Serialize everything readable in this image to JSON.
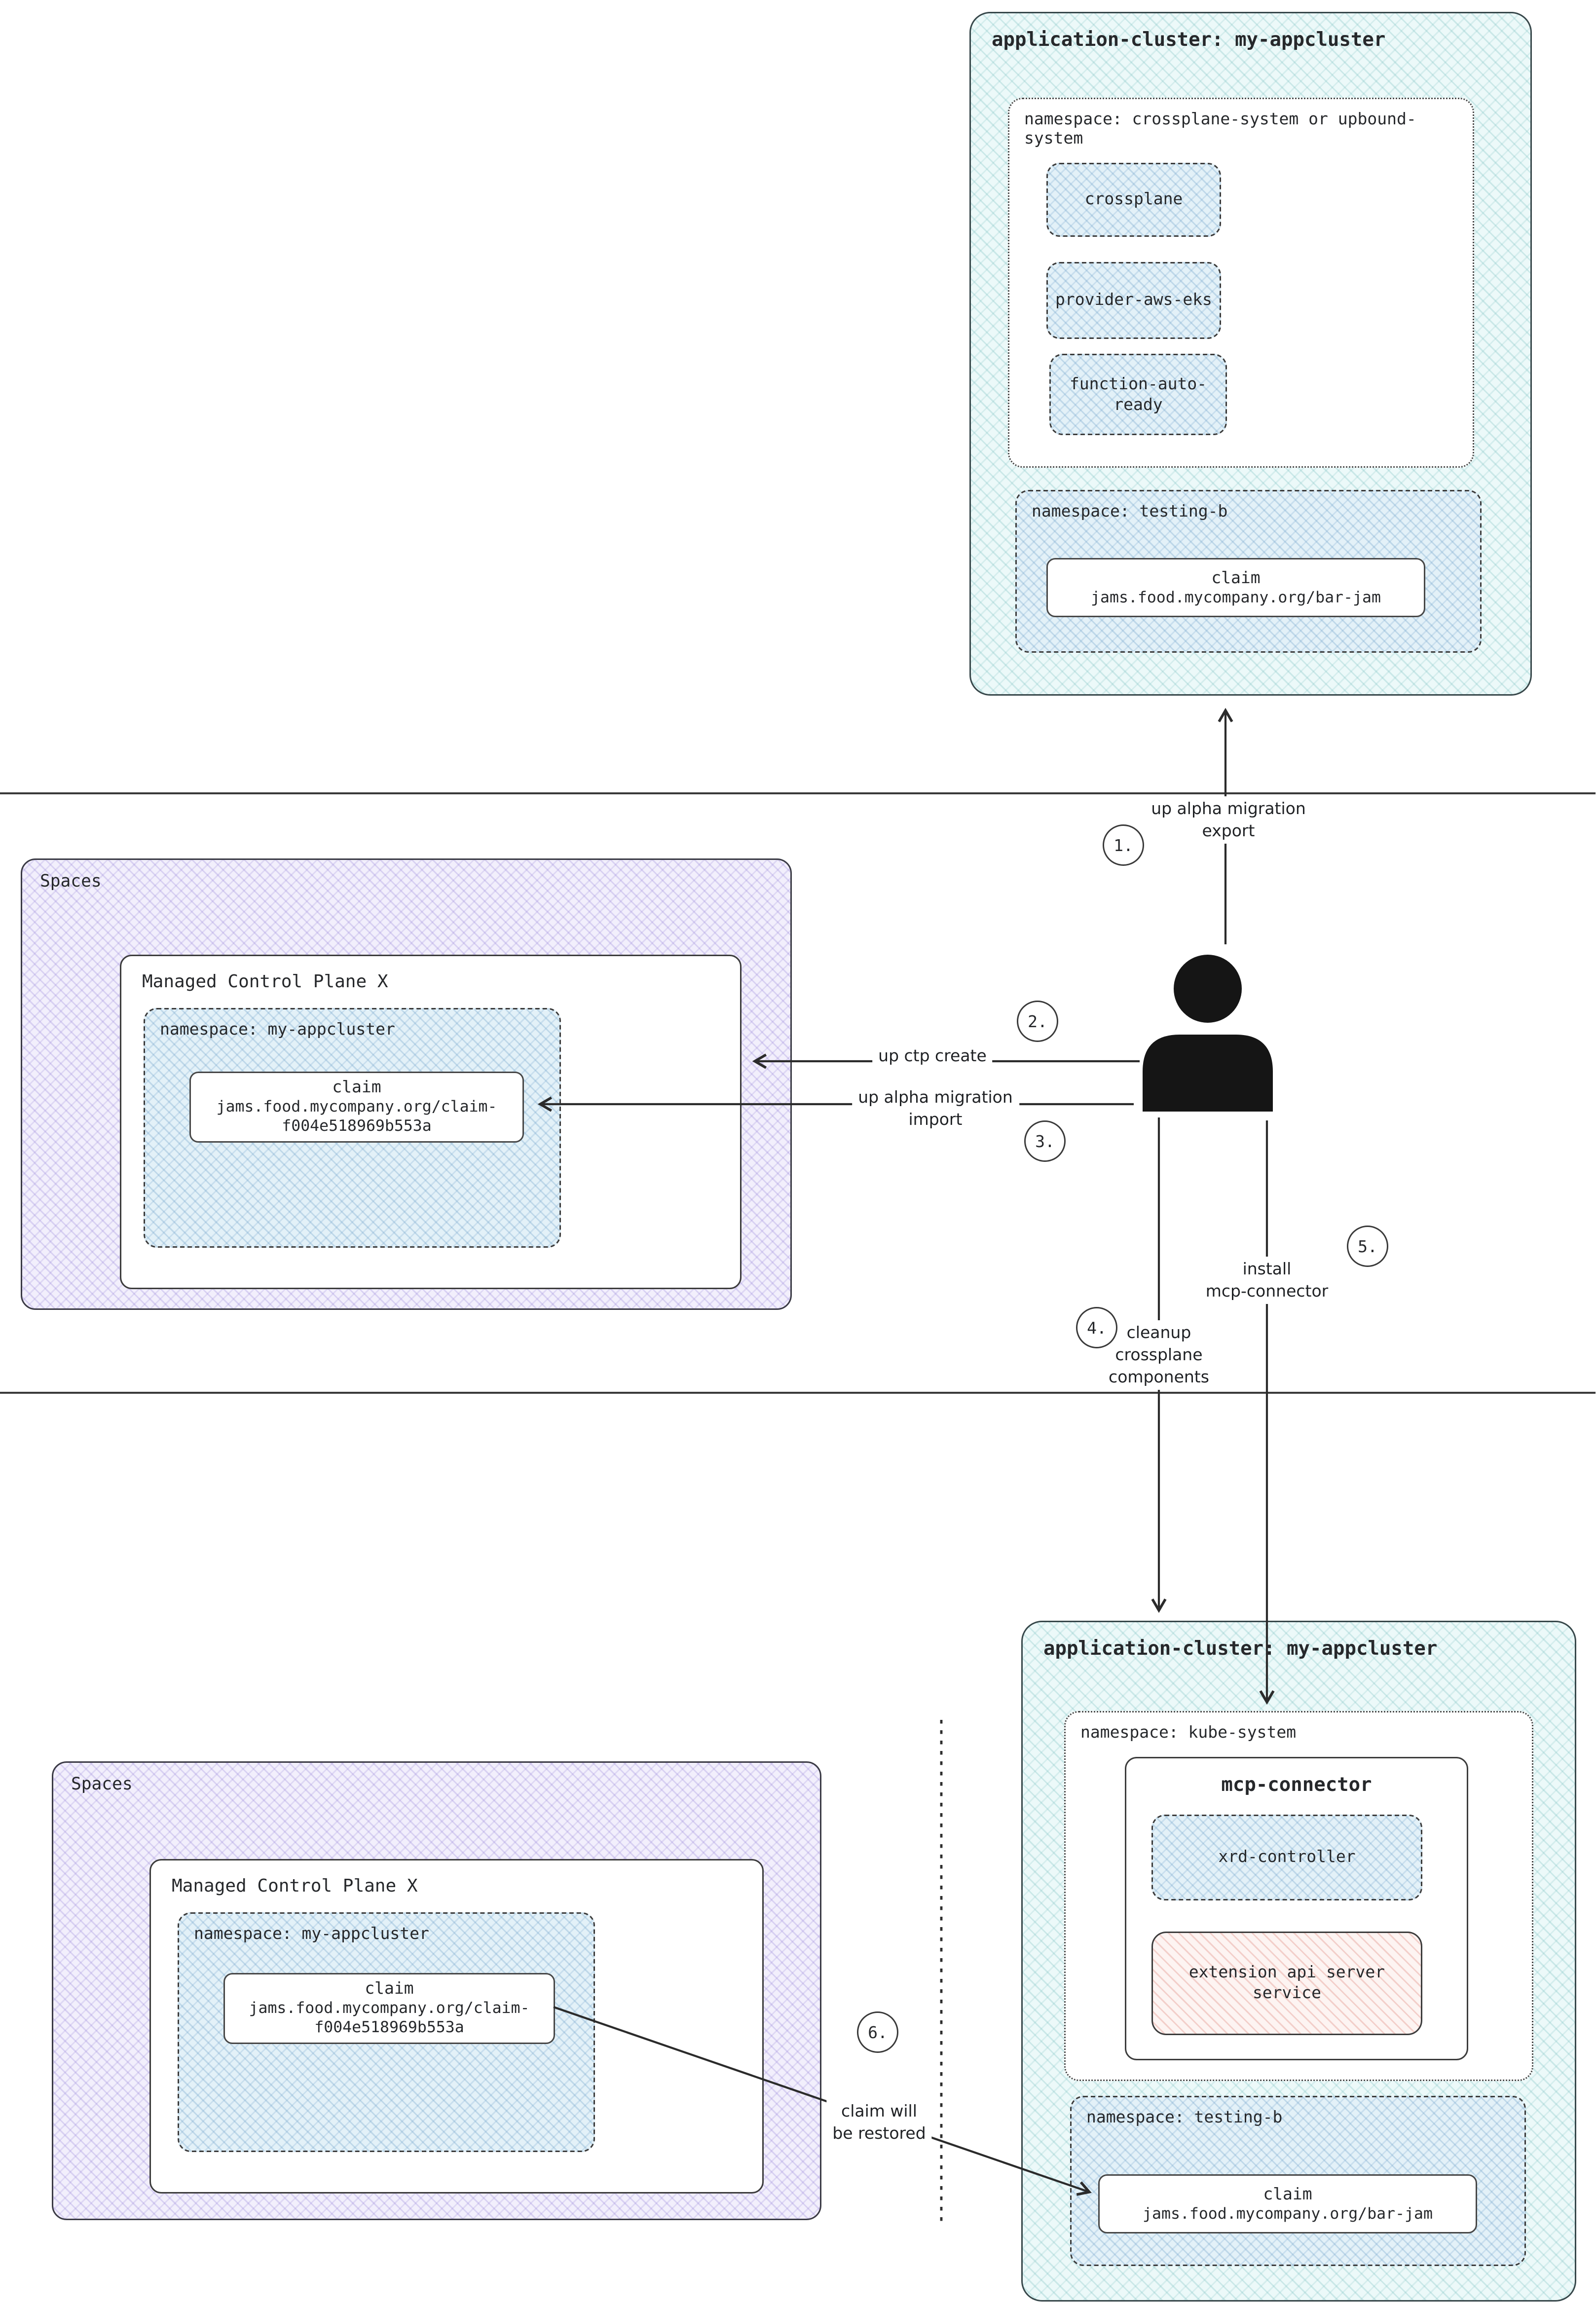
{
  "colors": {
    "teal-bg": "#ecf9f9",
    "purple-bg": "#f2effc",
    "blue-bg": "#e3f1f8",
    "pink-bg": "#fdf4f2",
    "ink": "#26282b"
  },
  "top_cluster": {
    "title": "application-cluster: my-appcluster",
    "ns_system": {
      "label": "namespace: crossplane-system or upbound-system",
      "crossplane": "crossplane",
      "provider": "provider-aws-eks",
      "function": "function-auto-\nready"
    },
    "ns_testing": {
      "label": "namespace: testing-b",
      "claim_title": "claim",
      "claim_name": "jams.food.mycompany.org/bar-jam"
    }
  },
  "spaces_mid": {
    "title": "Spaces",
    "mcp_title": "Managed Control Plane X",
    "ns_label": "namespace: my-appcluster",
    "claim_title": "claim",
    "claim_name": "jams.food.mycompany.org/claim-\nf004e518969b553a"
  },
  "spaces_bottom": {
    "title": "Spaces",
    "mcp_title": "Managed Control Plane X",
    "ns_label": "namespace: my-appcluster",
    "claim_title": "claim",
    "claim_name": "jams.food.mycompany.org/claim-\nf004e518969b553a"
  },
  "bottom_cluster": {
    "title": "application-cluster: my-appcluster",
    "ns_kube": {
      "label": "namespace: kube-system",
      "mcp_connector_title": "mcp-connector",
      "xrd": "xrd-controller",
      "ext": "extension api server\nservice"
    },
    "ns_testing": {
      "label": "namespace: testing-b",
      "claim_title": "claim",
      "claim_name": "jams.food.mycompany.org/bar-jam"
    }
  },
  "steps": {
    "s1": {
      "num": "1.",
      "label": "up alpha migration\nexport"
    },
    "s2": {
      "num": "2.",
      "label": "up ctp create"
    },
    "s3": {
      "num": "3.",
      "label": "up alpha migration\nimport"
    },
    "s4": {
      "num": "4.",
      "label": "cleanup\ncrossplane\ncomponents"
    },
    "s5": {
      "num": "5.",
      "label": "install\nmcp-connector"
    },
    "s6": {
      "num": "6.",
      "label": "claim will\nbe restored"
    }
  }
}
